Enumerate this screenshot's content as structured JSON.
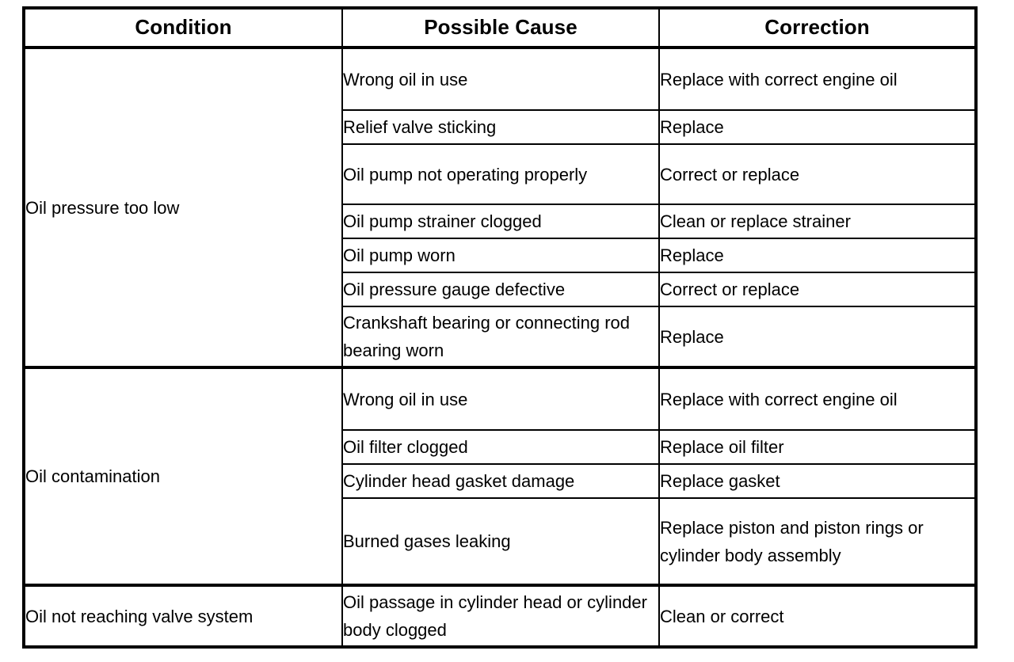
{
  "table": {
    "headers": [
      "Condition",
      "Possible Cause",
      "Correction"
    ],
    "groups": [
      {
        "condition": "Oil pressure too low",
        "rows": [
          {
            "cause": "Wrong oil in use",
            "correction": "Replace with correct engine oil"
          },
          {
            "cause": "Relief valve sticking",
            "correction": "Replace"
          },
          {
            "cause": "Oil pump not operating properly",
            "correction": "Correct or replace"
          },
          {
            "cause": "Oil pump strainer clogged",
            "correction": "Clean or replace strainer"
          },
          {
            "cause": "Oil pump worn",
            "correction": "Replace"
          },
          {
            "cause": "Oil pressure gauge defective",
            "correction": "Correct or replace"
          },
          {
            "cause": "Crankshaft bearing or connecting rod bearing worn",
            "correction": "Replace"
          }
        ]
      },
      {
        "condition": "Oil contamination",
        "rows": [
          {
            "cause": "Wrong oil in use",
            "correction": "Replace with correct engine oil"
          },
          {
            "cause": "Oil filter clogged",
            "correction": "Replace oil filter"
          },
          {
            "cause": "Cylinder head gasket damage",
            "correction": "Replace gasket"
          },
          {
            "cause": "Burned gases leaking",
            "correction": "Replace piston and piston rings or cylinder body assembly"
          }
        ]
      },
      {
        "condition": "Oil not reaching valve system",
        "rows": [
          {
            "cause": "Oil passage in cylinder head or cylinder body clogged",
            "correction": "Clean or correct"
          }
        ]
      }
    ]
  },
  "colors": {
    "border": "#000000",
    "text": "#000000",
    "background": "#ffffff"
  }
}
